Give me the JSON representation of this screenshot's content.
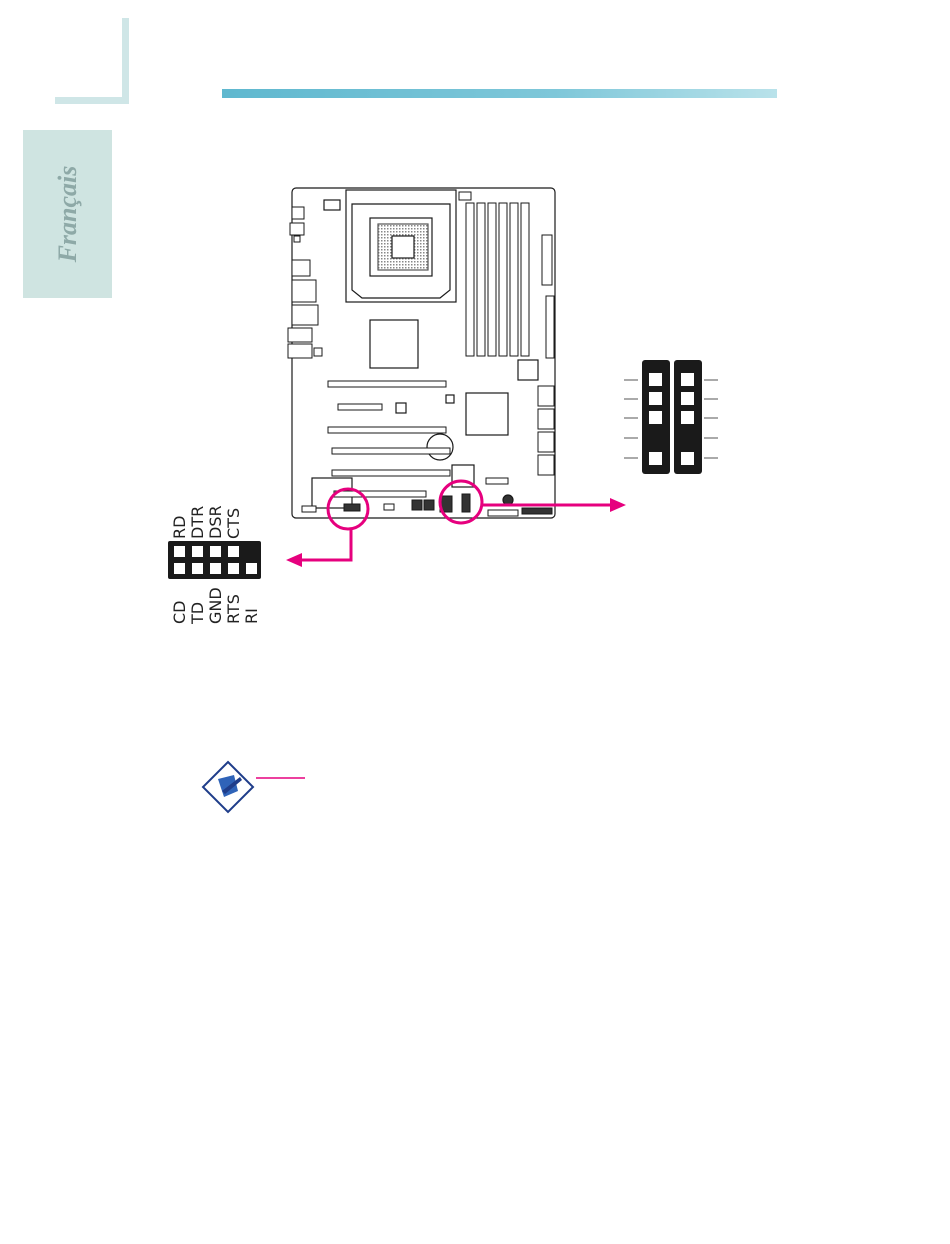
{
  "sidebar": {
    "language": "Français"
  },
  "colors": {
    "accent": "#e6007e",
    "header_bar": "#6ec0d4",
    "tab_bg": "#cfe4e1",
    "tab_text": "#8ea9a7",
    "board_line": "#1a1a1a"
  },
  "serial_header": {
    "top_pins": [
      "RD",
      "DTR",
      "DSR",
      "CTS"
    ],
    "bottom_pins": [
      "CD",
      "TD",
      "GND",
      "RTS",
      "RI"
    ]
  },
  "note": {
    "icon": "note-pen-icon"
  }
}
